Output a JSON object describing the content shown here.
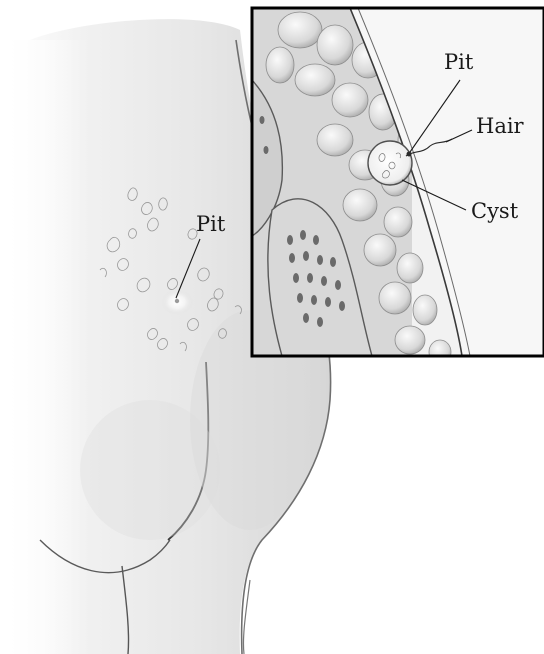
{
  "labels": {
    "body_pit": "Pit",
    "inset_pit": "Pit",
    "hair": "Hair",
    "cyst": "Cyst"
  }
}
